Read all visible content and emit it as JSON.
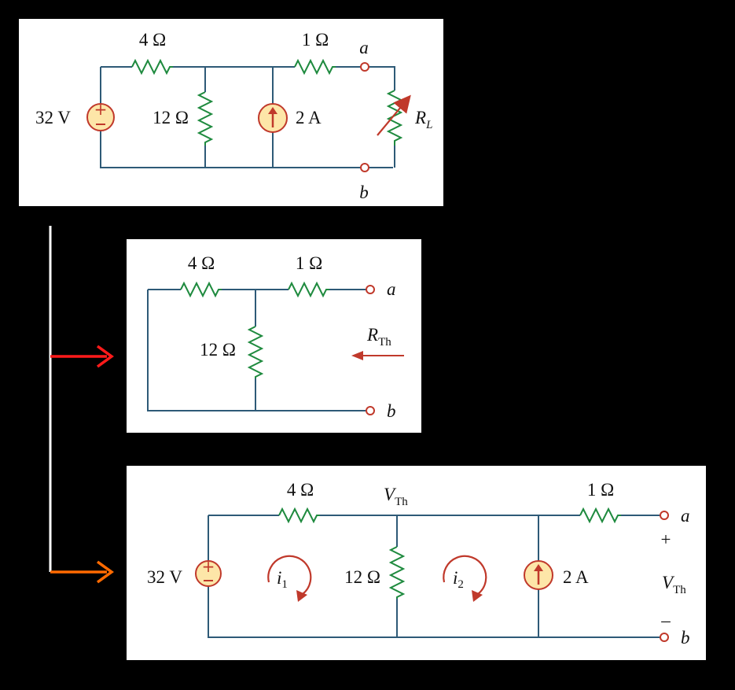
{
  "circuit_original": {
    "source_voltage": "32 V",
    "r_series_left": "4 Ω",
    "r_shunt": "12 Ω",
    "current_source": "2 A",
    "r_series_right": "1 Ω",
    "terminal_a": "a",
    "terminal_b": "b",
    "load": "R",
    "load_sub": "L"
  },
  "circuit_rth": {
    "r_series_left": "4 Ω",
    "r_series_right": "1 Ω",
    "r_shunt": "12 Ω",
    "terminal_a": "a",
    "terminal_b": "b",
    "rth": "R",
    "rth_sub": "Th"
  },
  "circuit_vth": {
    "source_voltage": "32 V",
    "r_series_left": "4 Ω",
    "node_label": "V",
    "node_label_sub": "Th",
    "r_series_right": "1 Ω",
    "r_shunt": "12 Ω",
    "current_source": "2 A",
    "mesh1": "i",
    "mesh1_sub": "1",
    "mesh2": "i",
    "mesh2_sub": "2",
    "terminal_a": "a",
    "terminal_b": "b",
    "plus": "+",
    "minus": "–",
    "vth": "V",
    "vth_sub": "Th"
  },
  "colors": {
    "wire": "#2e5a77",
    "resistor": "#1e8a3e",
    "accent_red": "#c0392b",
    "source_fill": "#fde6a8",
    "arrow_red": "#ff1a1a",
    "arrow_orange": "#ff6a00"
  }
}
